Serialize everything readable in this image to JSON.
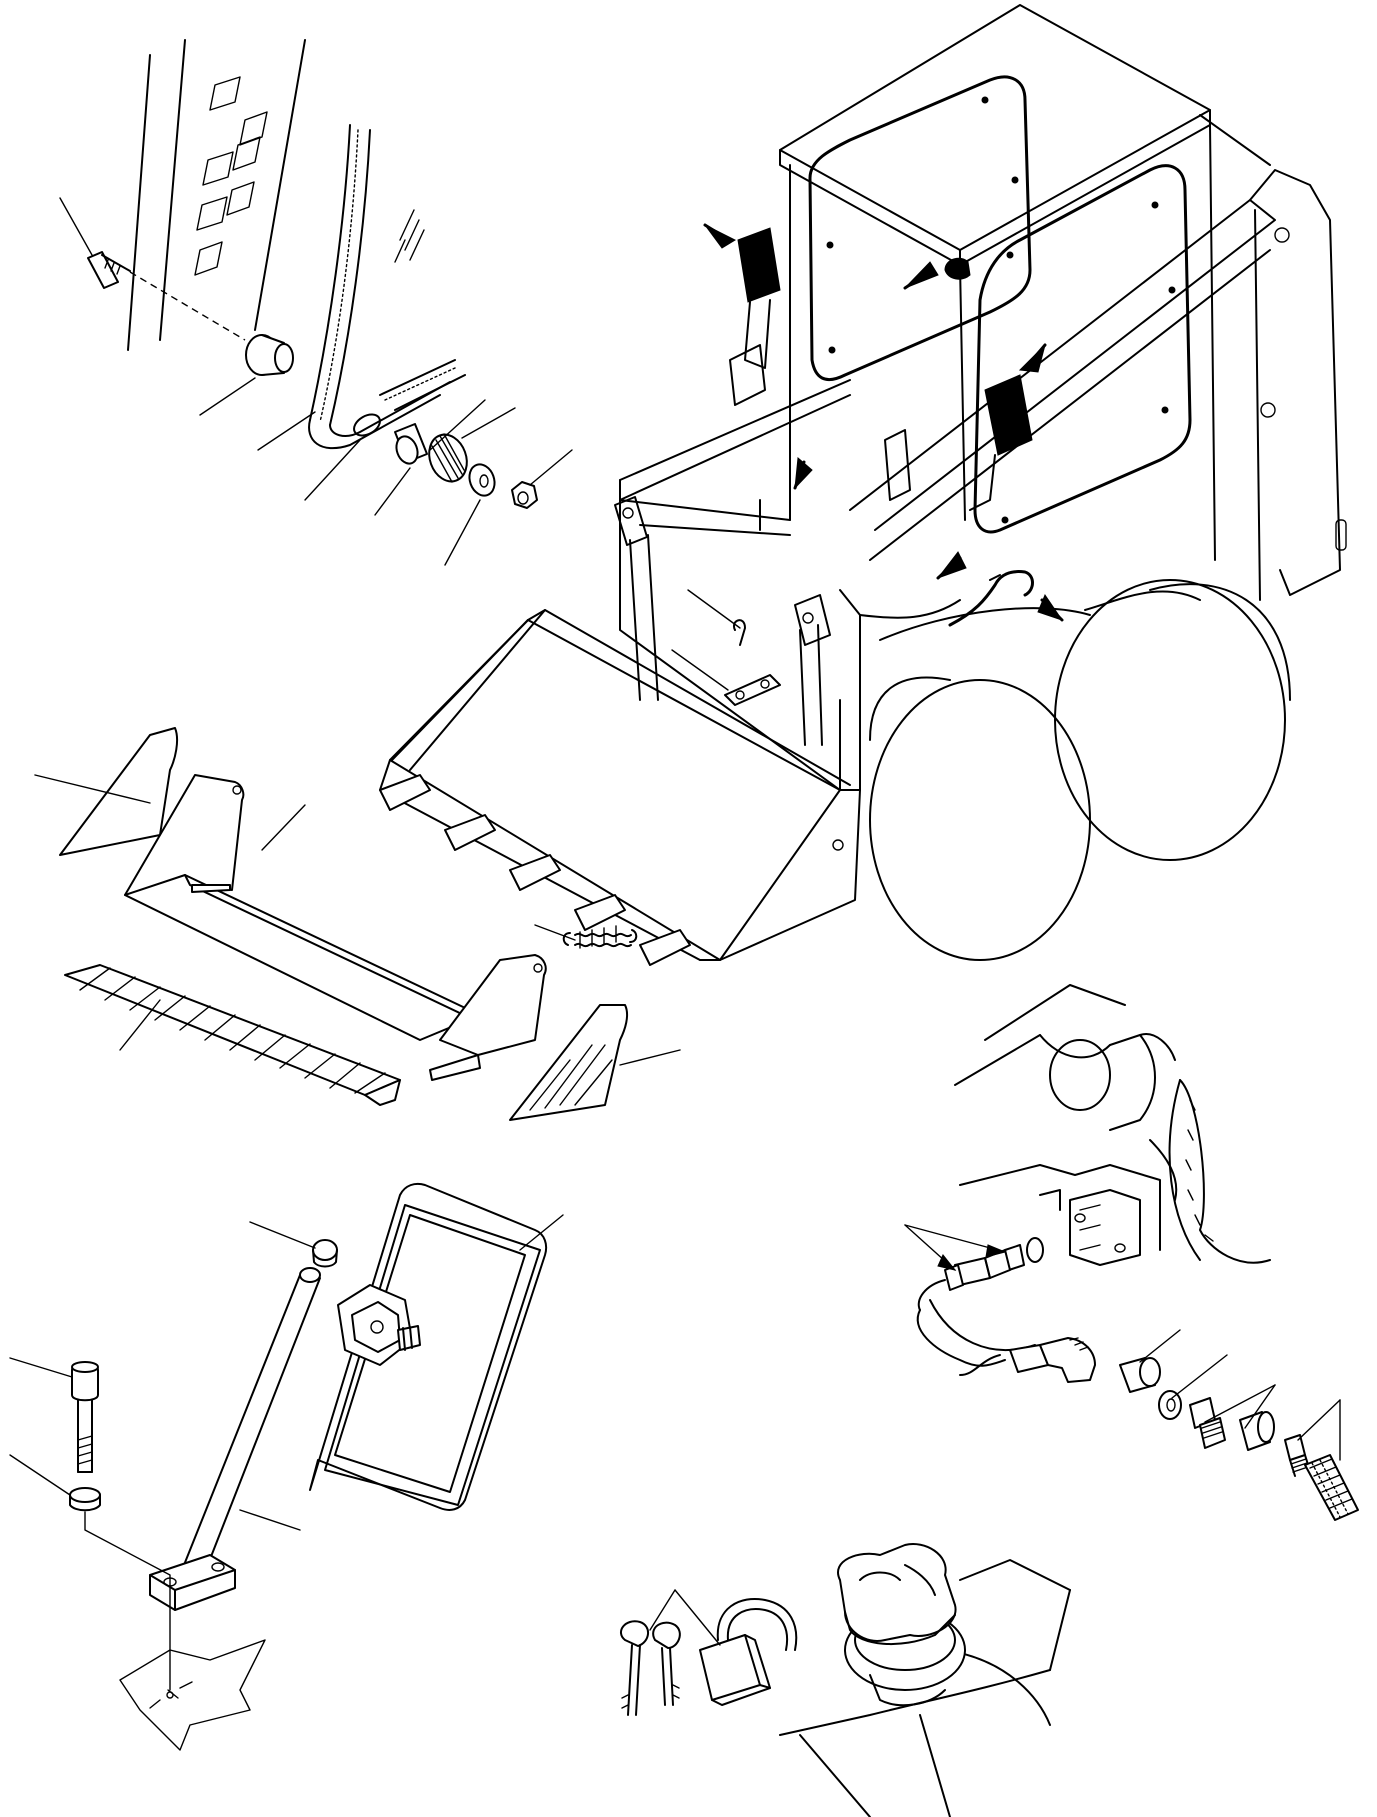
{
  "diagram": {
    "colors": {
      "line": "#000000",
      "background": "#ffffff",
      "fill_dark": "#000000"
    },
    "groups": [
      {
        "id": "door-hinge-assembly",
        "parts": [
          "screw",
          "bushing",
          "door-seal",
          "spacer",
          "spring-washer",
          "flat-washer",
          "nut"
        ]
      },
      {
        "id": "skid-steer-loader",
        "parts": [
          "cab",
          "windows",
          "bucket",
          "lift-arms",
          "wheels",
          "seat-pads",
          "wiring-harness",
          "plate"
        ]
      },
      {
        "id": "bucket-attachments",
        "parts": [
          "side-plate-left",
          "side-bracket-left",
          "cutting-edge-bar",
          "hazard-stripe-panel",
          "side-bracket-right",
          "side-plate-right",
          "spring"
        ]
      },
      {
        "id": "mirror-assembly",
        "parts": [
          "cap",
          "mirror",
          "mirror-bracket",
          "mirror-arm",
          "cap-screw",
          "washer",
          "base-plate"
        ]
      },
      {
        "id": "sensor-fitting-assembly",
        "parts": [
          "sensor",
          "o-ring",
          "elbow-fitting",
          "coupling",
          "seal-washer",
          "adapter",
          "plug",
          "filter-screen"
        ]
      },
      {
        "id": "fuel-cap-lock",
        "parts": [
          "fuel-cap",
          "padlock",
          "keys"
        ]
      }
    ]
  }
}
